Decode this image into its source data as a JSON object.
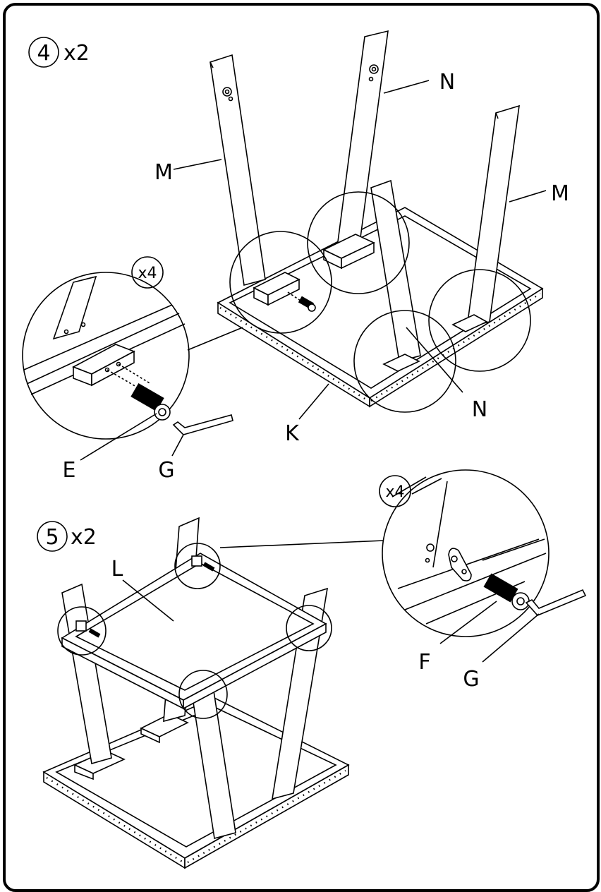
{
  "step4": {
    "number": "4",
    "multiplier": "x2",
    "labels": {
      "M_left": "M",
      "M_right": "M",
      "N_top": "N",
      "N_bottom": "N",
      "K": "K",
      "E": "E",
      "G": "G"
    },
    "detail_count": "x4"
  },
  "step5": {
    "number": "5",
    "multiplier": "x2",
    "labels": {
      "L": "L",
      "F": "F",
      "G": "G"
    },
    "detail_count": "x4"
  }
}
